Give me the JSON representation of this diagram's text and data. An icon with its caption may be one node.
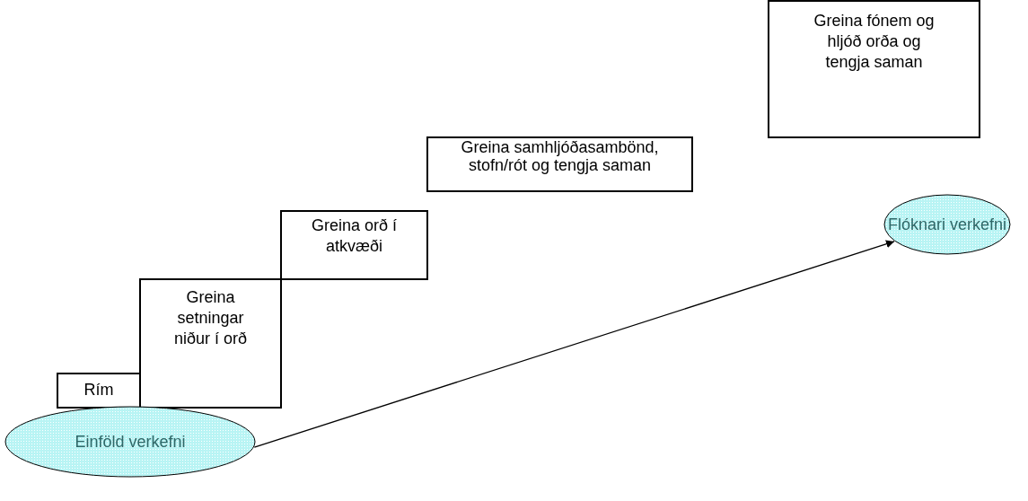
{
  "diagram": {
    "nodes": [
      {
        "text": [
          "Rím"
        ]
      },
      {
        "text": [
          "Greina setningar niður í orð"
        ]
      },
      {
        "text": [
          "Greina orð í atkvæði"
        ]
      },
      {
        "text": [
          "Greina samhljóðasambönd, stofn/rót og tengja saman"
        ]
      },
      {
        "text": [
          "Greina fónem og hljóð orða og tengja saman"
        ]
      },
      {
        "text": [
          "Einföld verkefni"
        ]
      },
      {
        "text": [
          "Flóknari verkefni"
        ]
      }
    ],
    "edges": [
      {
        "from": 5,
        "to": 6,
        "arrow": "to"
      }
    ]
  }
}
